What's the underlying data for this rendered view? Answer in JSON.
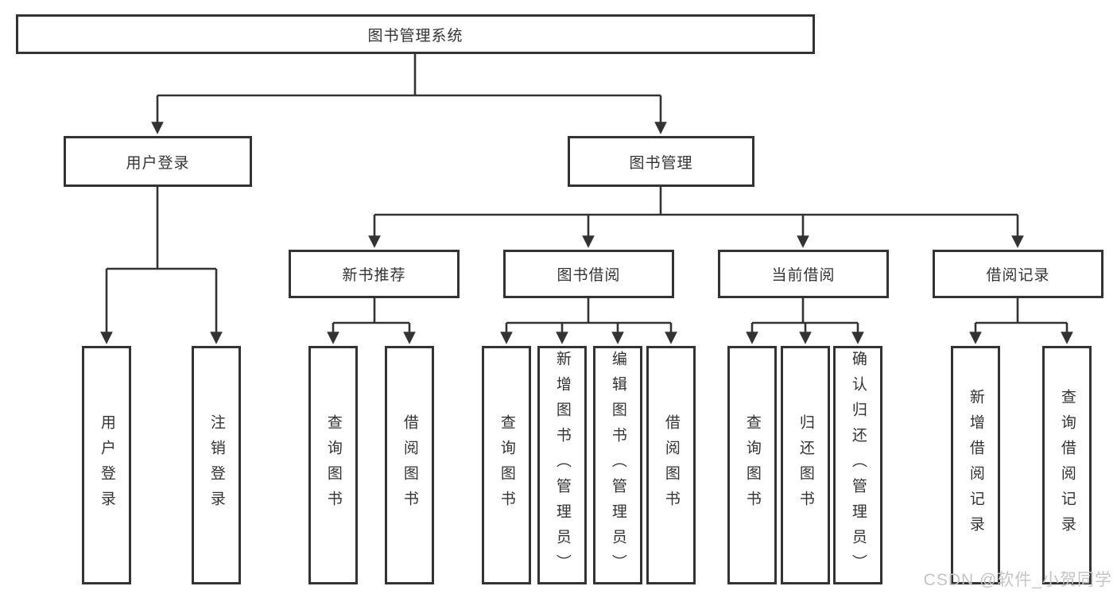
{
  "diagram_title": "图书管理系统",
  "nodes": {
    "root": "图书管理系统",
    "user_login": "用户登录",
    "book_mgmt": "图书管理",
    "new_book_rec": "新书推荐",
    "book_borrow": "图书借阅",
    "current_borrow": "当前借阅",
    "borrow_records": "借阅记录",
    "leaf_user_login": "用户登录",
    "leaf_logout": "注销登录",
    "leaf_nbr_query": "查询图书",
    "leaf_nbr_borrow": "借阅图书",
    "leaf_bb_query": "查询图书",
    "leaf_bb_add": "新增图书（管理员）",
    "leaf_bb_edit": "编辑图书（管理员）",
    "leaf_bb_borrow": "借阅图书",
    "leaf_cb_query": "查询图书",
    "leaf_cb_return": "归还图书",
    "leaf_cb_confirm": "确认归还（管理员）",
    "leaf_br_add": "新增借阅记录",
    "leaf_br_query": "查询借阅记录"
  },
  "hierarchy": {
    "root": [
      "user_login",
      "book_mgmt"
    ],
    "user_login": [
      "leaf_user_login",
      "leaf_logout"
    ],
    "book_mgmt": [
      "new_book_rec",
      "book_borrow",
      "current_borrow",
      "borrow_records"
    ],
    "new_book_rec": [
      "leaf_nbr_query",
      "leaf_nbr_borrow"
    ],
    "book_borrow": [
      "leaf_bb_query",
      "leaf_bb_add",
      "leaf_bb_edit",
      "leaf_bb_borrow"
    ],
    "current_borrow": [
      "leaf_cb_query",
      "leaf_cb_return",
      "leaf_cb_confirm"
    ],
    "borrow_records": [
      "leaf_br_add",
      "leaf_br_query"
    ]
  },
  "watermark": "CSDN @软件_小贺同学",
  "colors": {
    "line": "#333333",
    "text": "#333333",
    "box_fill": "#ffffff",
    "background": "#ffffff",
    "watermark": "#c4c4c4"
  }
}
